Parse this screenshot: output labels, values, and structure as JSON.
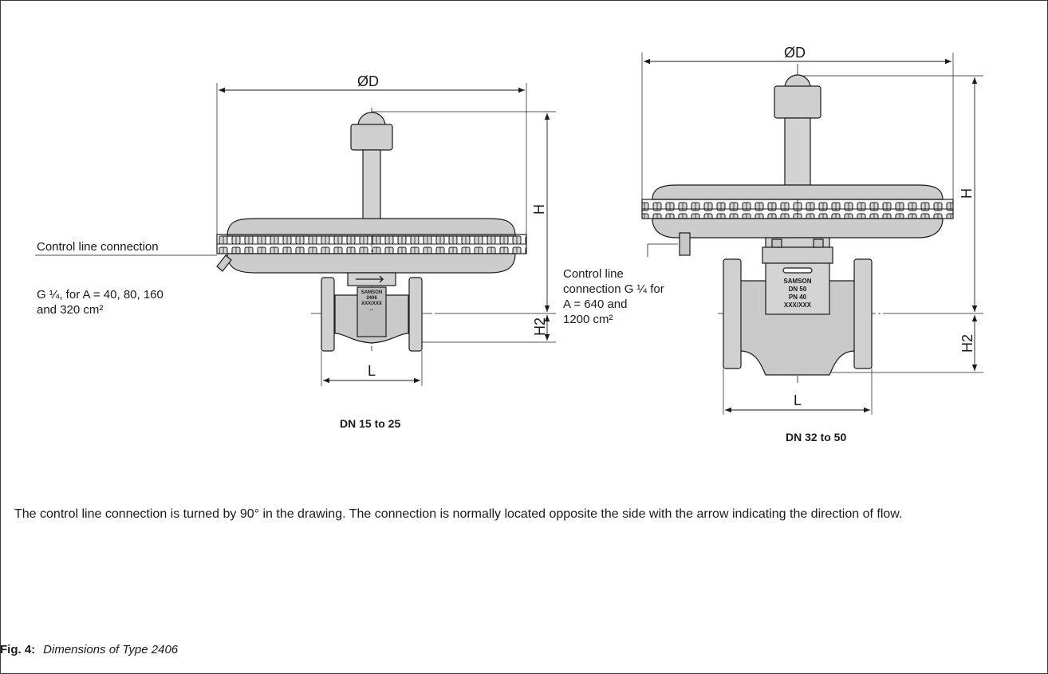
{
  "left_view": {
    "dim_diameter": "ØD",
    "dim_height": "H",
    "dim_height2": "H2",
    "dim_length": "L",
    "callout_line1": "Control line connection",
    "callout_line2": "G ¼, for A = 40, 80, 160",
    "callout_line3": "and 320 cm²",
    "valve_marking": [
      "SAMSON",
      "2406",
      "XXX/XXX",
      "..."
    ],
    "caption": "DN 15 to 25"
  },
  "right_view": {
    "dim_diameter": "ØD",
    "dim_height": "H",
    "dim_height2": "H2",
    "dim_length": "L",
    "callout_line1": "Control line",
    "callout_line2": "connection G ¼ for",
    "callout_line3": "A = 640 and",
    "callout_line4": "1200 cm²",
    "valve_marking": [
      "SAMSON",
      "DN 50",
      "PN 40",
      "XXX/XXX"
    ],
    "caption": "DN 32 to 50"
  },
  "note": "The control line connection is turned by 90° in the drawing. The connection is normally located opposite the side with the arrow indicating the direction of flow.",
  "figure": {
    "number": "Fig. 4:",
    "title": "Dimensions of Type 2406"
  }
}
